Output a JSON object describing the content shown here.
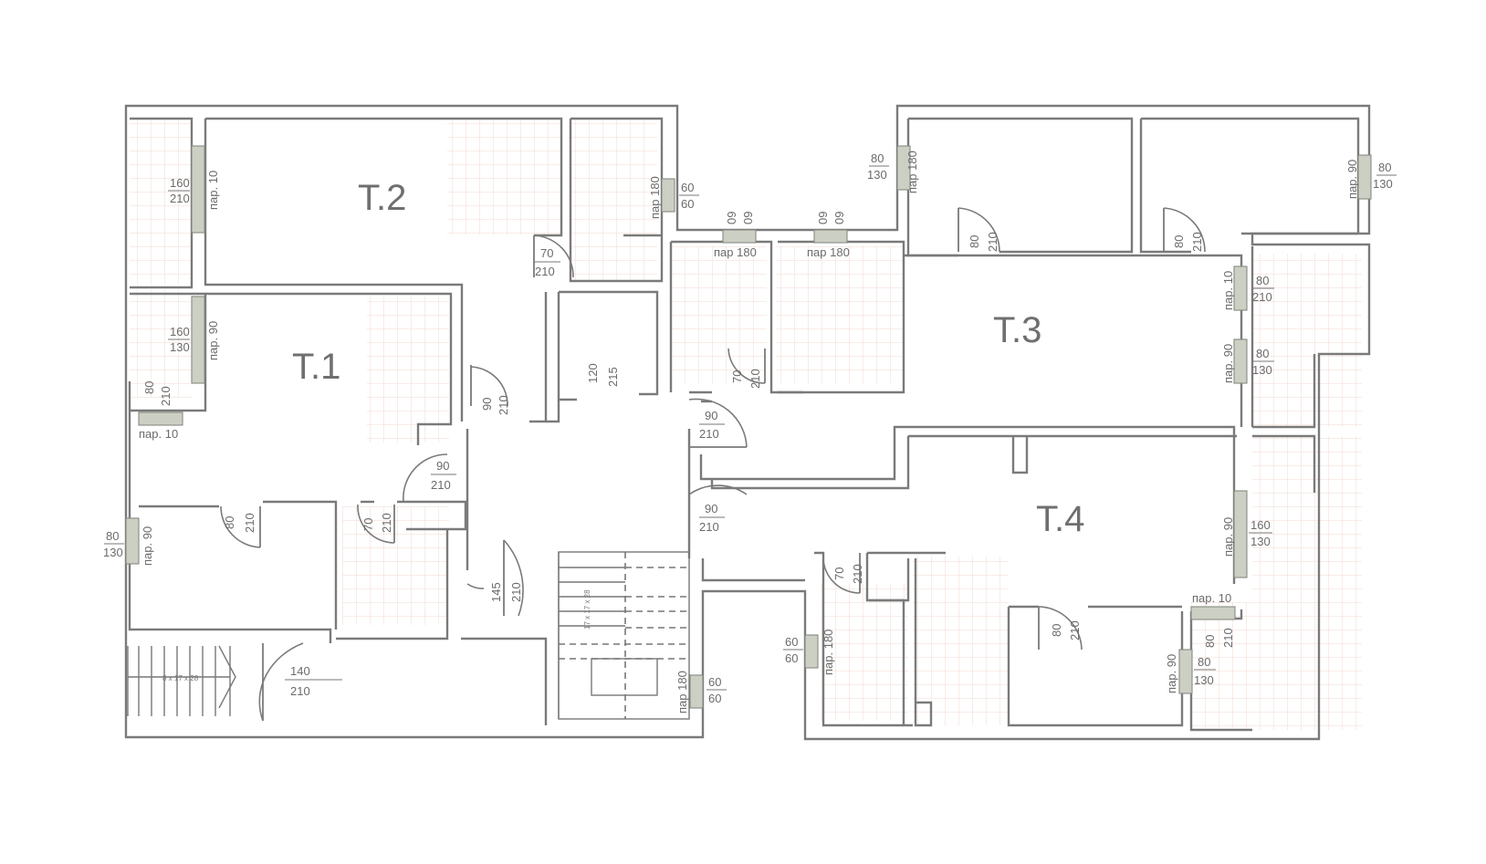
{
  "rooms": {
    "t1": "T.1",
    "t2": "T.2",
    "t3": "T.3",
    "t4": "T.4"
  },
  "dimensions": {
    "d_160_210": [
      "160",
      "210"
    ],
    "d_160_130": [
      "160",
      "130"
    ],
    "d_80_210": [
      "80",
      "210"
    ],
    "d_80_130": [
      "80",
      "130"
    ],
    "d_60_60": [
      "60",
      "60"
    ],
    "d_70_210": [
      "70",
      "210"
    ],
    "d_90_210": [
      "90",
      "210"
    ],
    "d_120_215": [
      "120",
      "215"
    ],
    "d_145_210": [
      "145",
      "210"
    ],
    "d_140_210": [
      "140",
      "210"
    ]
  },
  "sill_labels": {
    "par10": "пар. 10",
    "par90": "пар. 90",
    "par180": "пар. 180",
    "par90_alt": "пар 90",
    "par180_alt": "пар 180"
  },
  "window_top_codes": [
    "09",
    "09"
  ],
  "stairs": {
    "ext_steps": "8 x 17 x 28",
    "int_steps": "17 x 17 x 28"
  },
  "colors": {
    "wall": "#7a7a7a",
    "tile": "#f1d9d2",
    "window": "#ccd0c4",
    "text": "#6b6b6b"
  }
}
